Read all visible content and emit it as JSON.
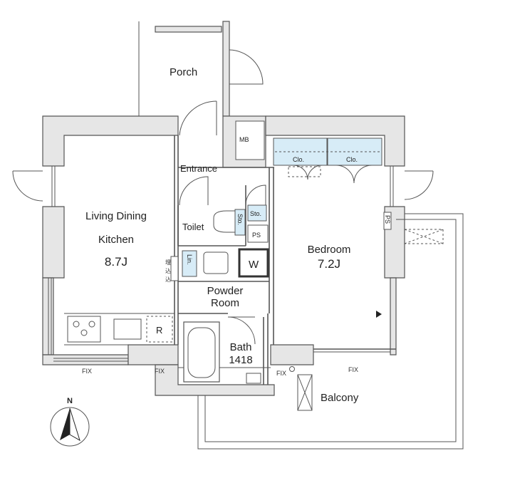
{
  "rooms": {
    "porch": "Porch",
    "entrance": "Entrance",
    "mb": "MB",
    "ldk_line1": "Living Dining",
    "ldk_line2": "Kitchen",
    "ldk_size": "8.7J",
    "toilet": "Toilet",
    "sto_small": "Sto.",
    "sto_rot": "Sto.",
    "ps": "PS",
    "lin": "Lin.",
    "washer": "W",
    "powder_line1": "Powder",
    "powder_line2": "Room",
    "bath_line1": "Bath",
    "bath_line2": "1418",
    "bedroom": "Bedroom",
    "bedroom_size": "7.2J",
    "clo_left": "Clo.",
    "clo_right": "Clo.",
    "balcony": "Balcony",
    "fridge": "R",
    "ps_side": "PS",
    "builtin_jp_1": "埋",
    "builtin_jp_2": "込",
    "builtin_jp_3": "込"
  },
  "fix_labels": [
    "FIX",
    "FIX",
    "FIX",
    "FIX"
  ],
  "compass": {
    "north": "N"
  },
  "colors": {
    "wall": "#e6e6e6",
    "line": "#555555",
    "closet": "#d7ecf7"
  }
}
